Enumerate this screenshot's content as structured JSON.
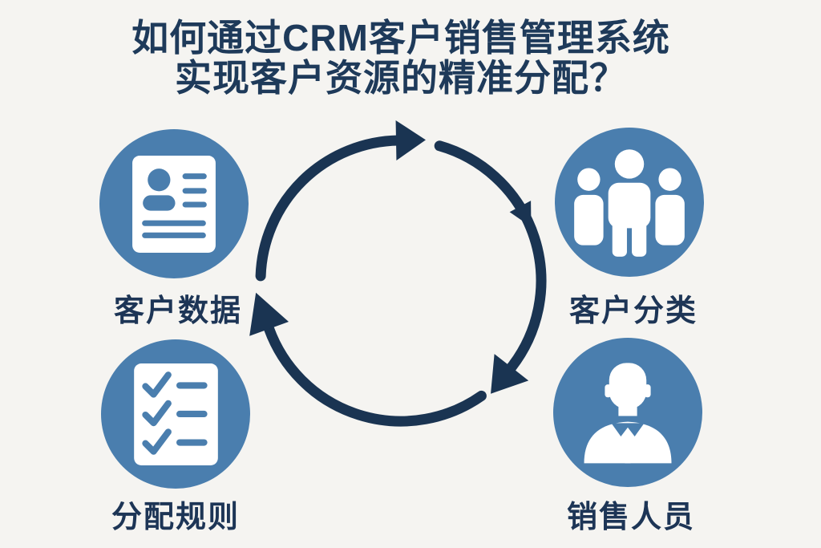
{
  "title": {
    "line1": "如何通过CRM客户销售管理系统",
    "line2": "实现客户资源的精准分配？"
  },
  "nodes": [
    {
      "id": "customer-data",
      "label": "客户数据",
      "icon": "contact-card-icon",
      "position": "top-left"
    },
    {
      "id": "customer-classification",
      "label": "客户分类",
      "icon": "people-group-icon",
      "position": "top-right"
    },
    {
      "id": "allocation-rules",
      "label": "分配规则",
      "icon": "checklist-icon",
      "position": "bottom-left"
    },
    {
      "id": "sales-staff",
      "label": "销售人员",
      "icon": "businessman-icon",
      "position": "bottom-right"
    }
  ],
  "cycle": {
    "direction": "clockwise",
    "arrow_count": 4
  },
  "colors": {
    "background": "#f5f4f1",
    "circle_blue": "#4a7eae",
    "title_navy": "#1e3a5a",
    "label_navy": "#1d3556",
    "arrow_navy": "#1a3452",
    "icon_white": "#ffffff"
  }
}
